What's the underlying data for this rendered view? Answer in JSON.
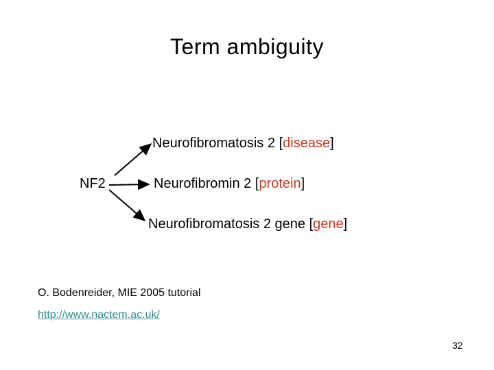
{
  "slide": {
    "title": "Term ambiguity",
    "page_number": "32"
  },
  "diagram": {
    "source_term": "NF2",
    "items": [
      {
        "name": "Neurofibromatosis 2",
        "open": "[",
        "type": "disease",
        "close": "]"
      },
      {
        "name": "Neurofibromin 2",
        "open": "[",
        "type": "protein",
        "close": "]"
      },
      {
        "name": "Neurofibromatosis 2 gene",
        "open": "[",
        "type": "gene",
        "close": "]"
      }
    ]
  },
  "footer": {
    "credit": "O. Bodenreider, MIE 2005 tutorial",
    "link": "http://www.nactem.ac.uk/"
  },
  "colors": {
    "accent": "#c23b22",
    "link": "#2e8c8c",
    "text": "#000000",
    "background": "#ffffff"
  }
}
